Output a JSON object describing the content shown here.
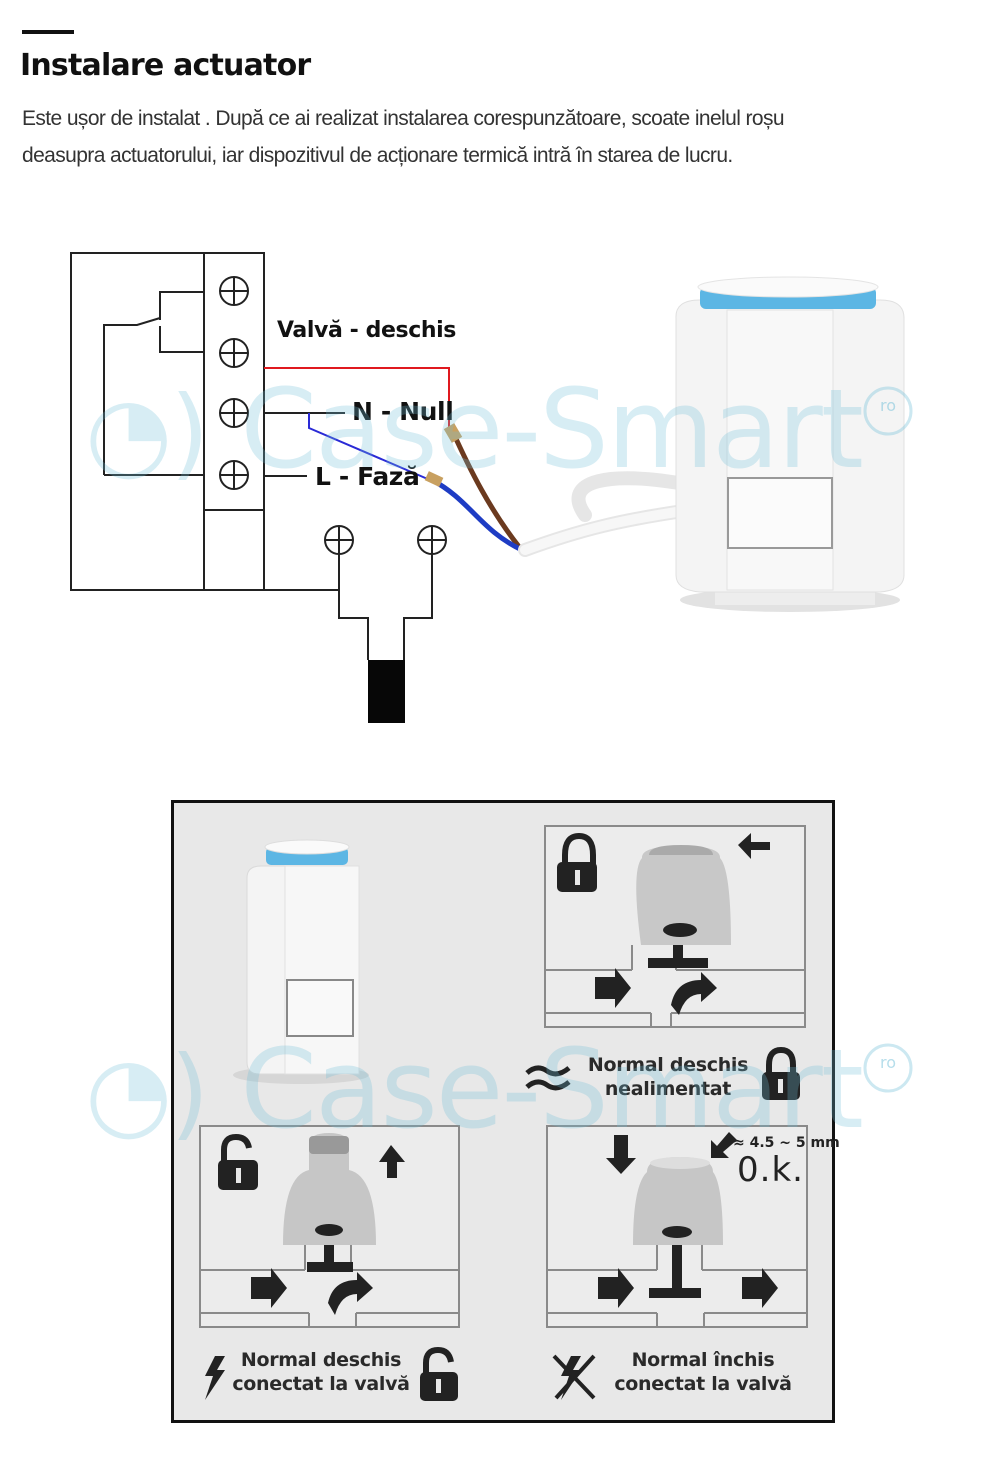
{
  "header": {
    "title": "Instalare actuator",
    "intro_line1": "Este ușor de instalat . După ce ai realizat instalarea corespunzătoare, scoate inelul roșu",
    "intro_line2": "deasupra actuatorului, iar dispozitivul de acționare termică intră în starea de lucru."
  },
  "wiring_diagram": {
    "labels": {
      "valve_open": "Valvă - deschis",
      "neutral": "N - Null",
      "phase": "L - Fază"
    },
    "wire_colors": {
      "valve_open": "#e0191f",
      "phase": "#2a2ad6",
      "brown": "#6b3a1f",
      "blue_cable": "#1e3cc4"
    },
    "actuator_ring_color": "#5cb6e4"
  },
  "watermark": {
    "brand": "Case-Smart",
    "suffix": "ro"
  },
  "modes_panel": {
    "normally_open_unpowered": {
      "caption_line1": "Normal deschis",
      "caption_line2": "nealimentat",
      "icons": [
        "lock-closed-icon",
        "arrow-left-icon",
        "heat-waves-icon"
      ]
    },
    "normally_open_connected": {
      "caption_line1": "Normal deschis",
      "caption_line2": "conectat la valvă",
      "icons": [
        "lock-open-icon",
        "arrow-up-icon",
        "lightning-icon"
      ]
    },
    "normally_closed_connected": {
      "caption_line1": "Normal închis",
      "caption_line2": "conectat la valvă",
      "stroke_note": "≈ 4.5 ~ 5 mm",
      "ok_label": "0.k.",
      "icons": [
        "arrow-down-icon",
        "lightning-crossed-icon"
      ]
    }
  }
}
